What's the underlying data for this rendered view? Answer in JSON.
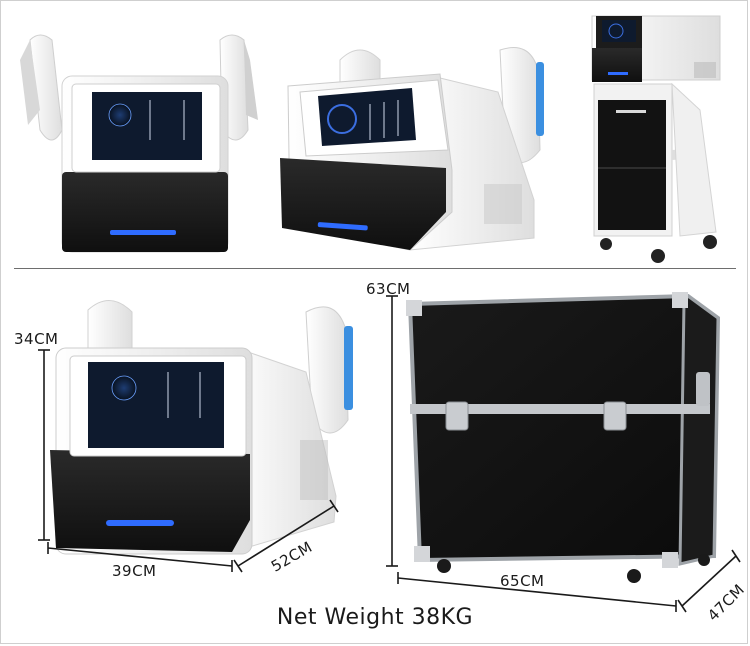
{
  "dimensions": {
    "machine_height": "34CM",
    "machine_width": "39CM",
    "machine_depth": "52CM",
    "case_height": "63CM",
    "case_width": "65CM",
    "case_depth": "47CM"
  },
  "footer": {
    "net_weight": "Net Weight 38KG"
  },
  "colors": {
    "machine_body": "#f4f4f4",
    "machine_base": "#1e1e1e",
    "screen_bg": "#0e1a2e",
    "indicator_light": "#2f6cff",
    "handle_accent": "#3b8fe0",
    "case_panel": "#141414",
    "case_frame": "#b9bcc0"
  }
}
